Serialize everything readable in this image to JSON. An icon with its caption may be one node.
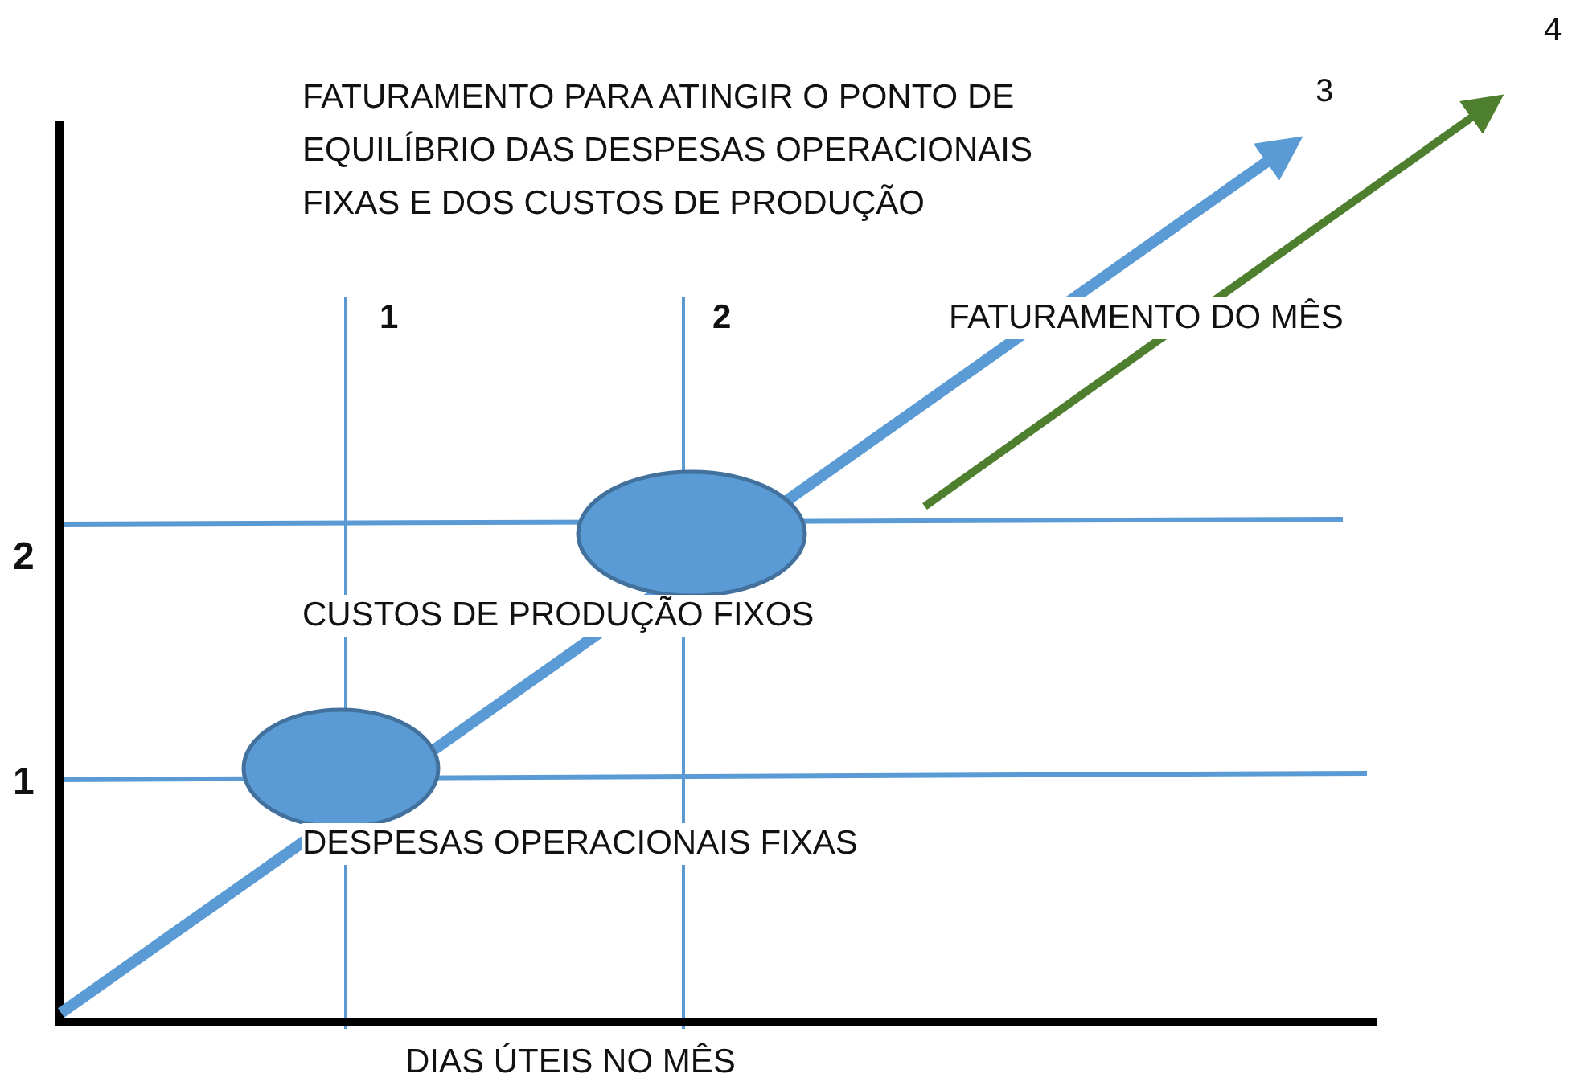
{
  "diagram": {
    "nodes": [
      {
        "text": [],
        "shape": "ellipse"
      },
      {
        "text": [],
        "shape": "ellipse"
      }
    ],
    "labels": [
      "4",
      "FATURAMENTO PARA ATINGIR O PONTO DE EQUILÍBRIO DAS DESPESAS OPERACIONAIS FIXAS E DOS CUSTOS DE PRODUÇÃO",
      "3",
      "1",
      "2",
      "FATURAMENTO DO MÊS",
      "2",
      "CUSTOS DE PRODUÇÃO FIXOS",
      "1",
      "DESPESAS OPERACIONAIS FIXAS",
      "DIAS ÚTEIS NO MÊS"
    ]
  }
}
